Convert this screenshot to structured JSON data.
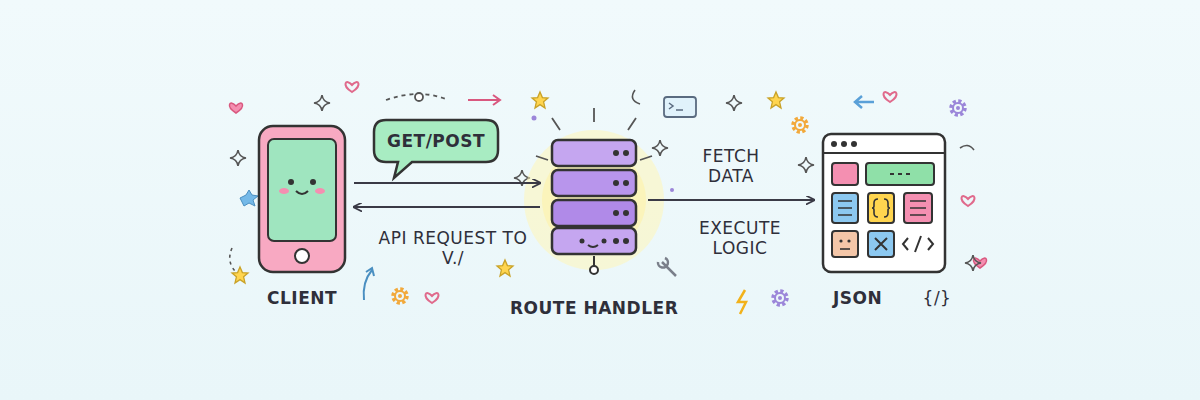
{
  "diagram": {
    "nodes": [
      {
        "text": [
          "CLIENT"
        ]
      },
      {
        "text": [
          "GET/POST"
        ]
      },
      {
        "text": [
          "ROUTE HANDLER"
        ]
      },
      {
        "text": [
          "JSON"
        ]
      }
    ],
    "edges": [
      {
        "from": 0,
        "to": 2,
        "arrow": "to"
      },
      {
        "from": 2,
        "to": 0,
        "arrow": "to"
      },
      {
        "from": 2,
        "to": 3,
        "arrow": "to",
        "label": "FETCH DATA"
      }
    ],
    "labels": [
      "API REQUEST TO V./",
      "EXECUTE LOGIC",
      "{/}"
    ]
  }
}
